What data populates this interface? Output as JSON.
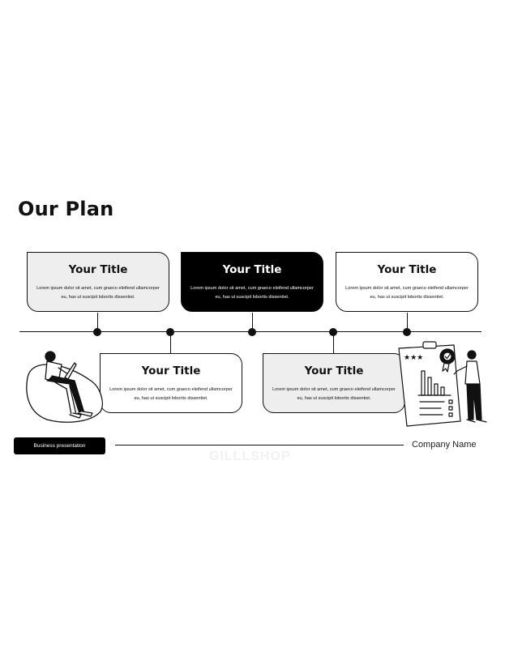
{
  "slide": {
    "heading": "Our Plan",
    "cards": [
      {
        "title": "Your Title",
        "body": "Lorem  ipsum dolor sit amet, cum graeco eleifend ullamcorper eu, has ut suscipit lobortis dissentiet."
      },
      {
        "title": "Your Title",
        "body": "Lorem  ipsum dolor sit amet, cum graeco eleifend ullamcorper eu, has ut suscipit lobortis dissentiet."
      },
      {
        "title": "Your Title",
        "body": "Lorem  ipsum dolor sit amet, cum graeco eleifend ullamcorper eu, has ut suscipit lobortis dissentiet."
      },
      {
        "title": "Your Title",
        "body": "Lorem  ipsum dolor sit amet, cum graeco eleifend ullamcorper eu, has ut suscipit lobortis dissentiet."
      },
      {
        "title": "Your Title",
        "body": "Lorem  ipsum dolor sit amet, cum graeco eleifend ullamcorper eu, has ut suscipit lobortis dissentiet."
      }
    ],
    "footer": {
      "badge_label": "Business presentation",
      "company": "Company Name"
    },
    "watermark": "GILLLSHOP"
  },
  "colors": {
    "ink": "#111111",
    "card_light": "#eeeeee",
    "card_dark": "#000000",
    "background": "#ffffff"
  },
  "icons": [
    "person-on-beanbag-illustration",
    "person-with-clipboard-chart-illustration"
  ]
}
